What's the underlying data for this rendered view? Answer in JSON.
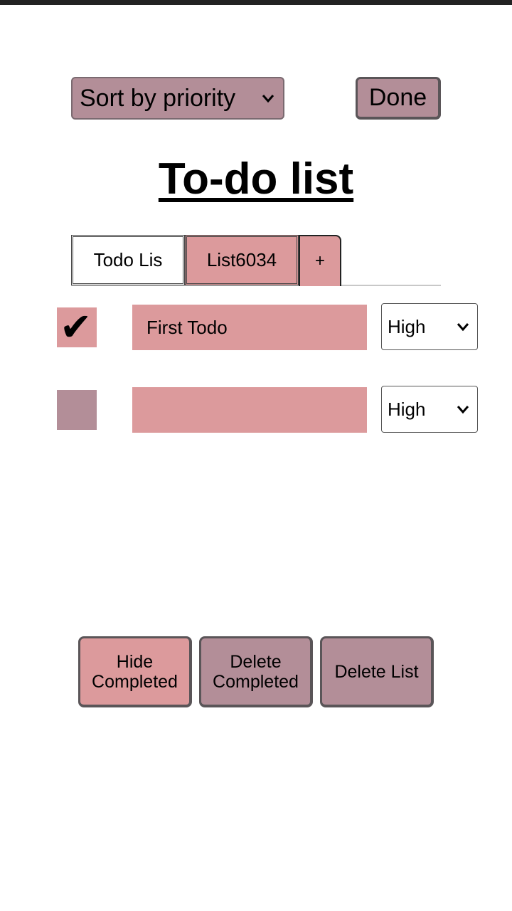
{
  "toolbar": {
    "sort_selected": "Sort by priority",
    "done_label": "Done"
  },
  "page_title": "To-do list",
  "tabs": [
    {
      "label": "Todo Lis"
    },
    {
      "label": "List6034"
    },
    {
      "label": "+"
    }
  ],
  "todos": [
    {
      "checked": true,
      "check_glyph": "✔",
      "text": "First Todo",
      "priority": "High"
    },
    {
      "checked": false,
      "text": "",
      "priority": "High"
    }
  ],
  "actions": {
    "hide_completed": "Hide\nCompleted",
    "delete_completed": "Delete\nCompleted",
    "delete_list": "Delete List"
  },
  "colors": {
    "pink": "#dc9a9c",
    "mauve": "#b38e98",
    "status_bar": "#222222"
  },
  "icons": {
    "dropdown": "chevron-down-icon",
    "check": "checkmark-icon"
  }
}
